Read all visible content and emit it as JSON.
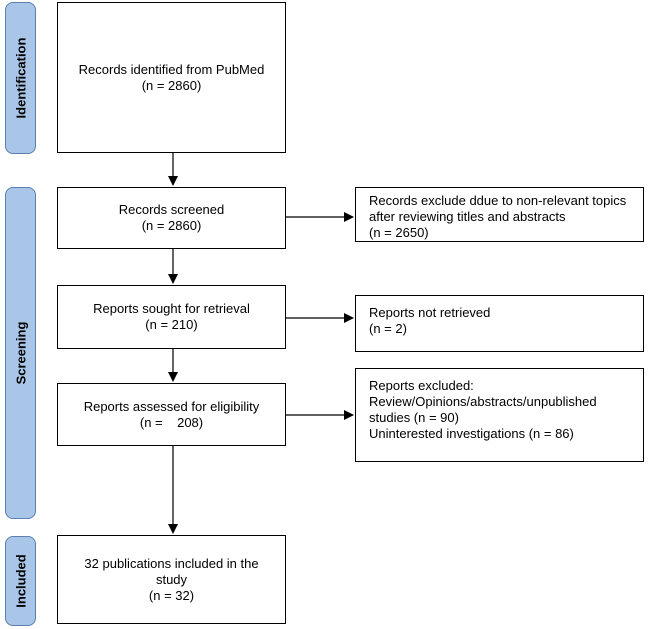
{
  "phases": {
    "identification": "Identification",
    "screening": "Screening",
    "included": "Included"
  },
  "boxes": {
    "identified": [
      "Records identified from PubMed",
      "(n = 2860)"
    ],
    "screened": [
      "Records screened",
      "(n = 2860)"
    ],
    "excluded_topics": [
      "Records exclude ddue to non-relevant topics",
      "after reviewing titles and abstracts",
      "(n = 2650)"
    ],
    "sought": [
      "Reports sought for retrieval",
      "(n = 210)"
    ],
    "not_retrieved": [
      "Reports not retrieved",
      "(n = 2)"
    ],
    "assessed": [
      "Reports assessed for eligibility",
      "(n =    208)"
    ],
    "reports_excluded": [
      "Reports excluded:",
      "Review/Opinions/abstracts/unpublished",
      "studies (n = 90)",
      "Uninterested investigations (n = 86)"
    ],
    "included": [
      "32 publications included in the",
      "study",
      "(n = 32)"
    ]
  }
}
